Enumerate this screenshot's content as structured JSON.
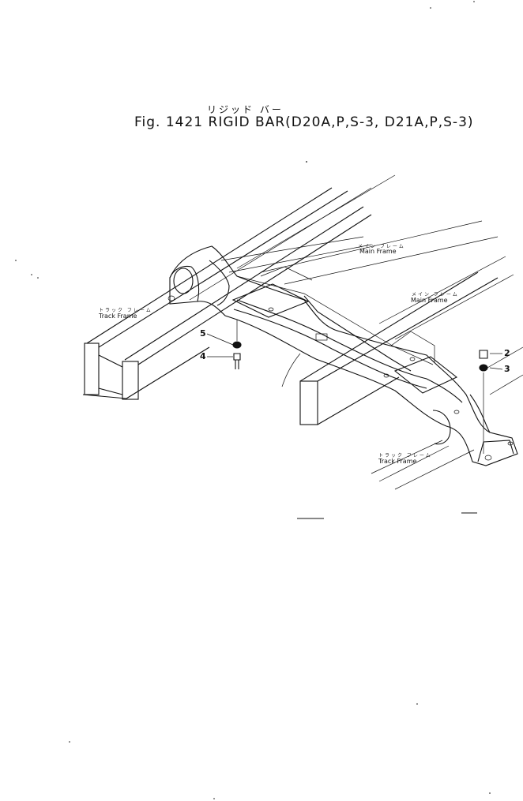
{
  "header": {
    "kana_title": "リジッド バー",
    "title": "Fig. 1421  RIGID BAR(D20A,P,S-3, D21A,P,S-3)"
  },
  "labels": {
    "main_frame_upper_jp": "メイン フレーム",
    "main_frame_upper_en": "Main Frame",
    "main_frame_lower_jp": "メイン フレーム",
    "main_frame_lower_en": "Main Frame",
    "track_frame_left_jp": "トラック フレーム",
    "track_frame_left_en": "Track Frame",
    "track_frame_right_jp": "トラック フレーム",
    "track_frame_right_en": "Track Frame"
  },
  "callouts": {
    "part_2": "2",
    "part_3": "3",
    "part_4": "4",
    "part_5": "5"
  }
}
